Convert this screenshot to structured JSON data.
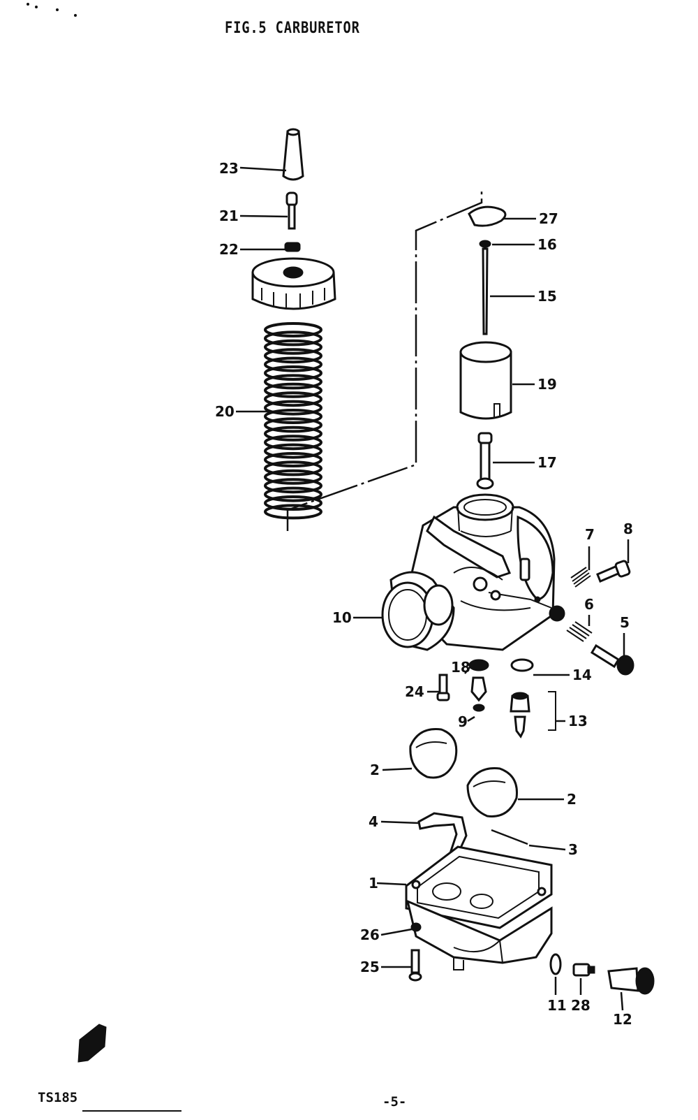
{
  "figure": {
    "title": "FIG.5 CARBURETOR"
  },
  "footer": {
    "model": "TS185",
    "page": "-5-"
  },
  "callouts": {
    "c23": "23",
    "c21": "21",
    "c22": "22",
    "c20": "20",
    "c27": "27",
    "c16": "16",
    "c15": "15",
    "c19": "19",
    "c17": "17",
    "c7": "7",
    "c8": "8",
    "c6": "6",
    "c5": "5",
    "c10": "10",
    "c18": "18",
    "c14": "14",
    "c24": "24",
    "c9": "9",
    "c13": "13",
    "c2a": "2",
    "c2b": "2",
    "c4": "4",
    "c3": "3",
    "c1": "1",
    "c26": "26",
    "c25": "25",
    "c11": "11",
    "c28": "28",
    "c12": "12"
  },
  "colors": {
    "ink": "#111111",
    "paper": "#ffffff"
  }
}
